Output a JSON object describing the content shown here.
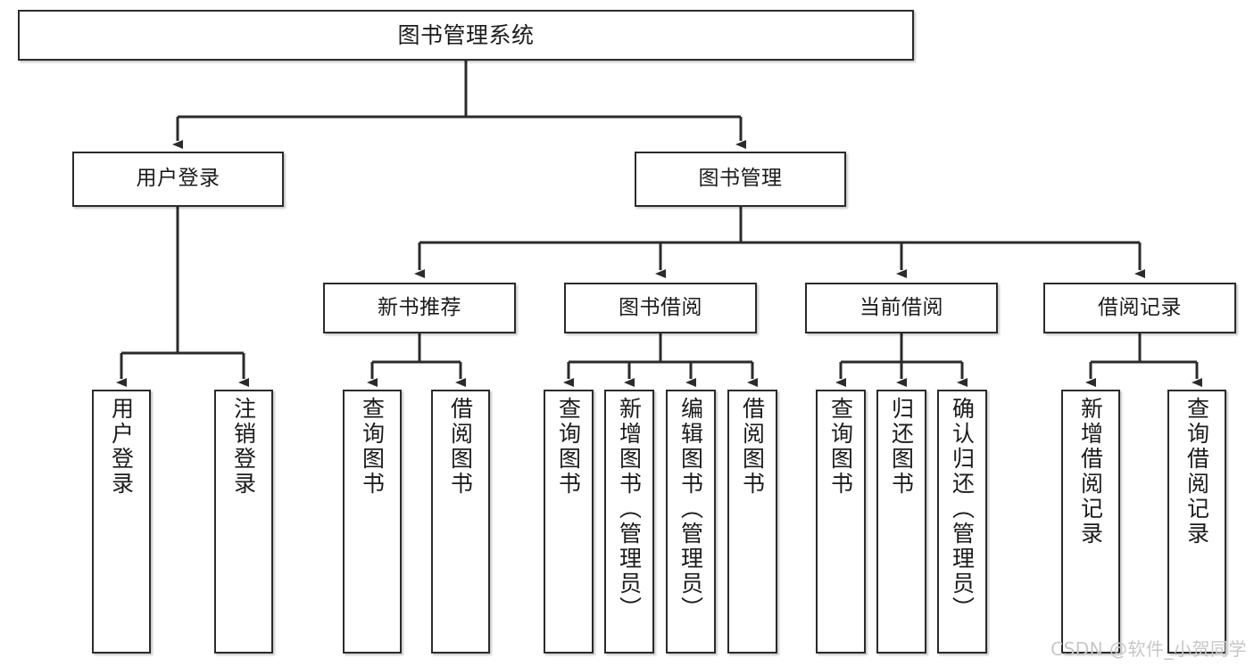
{
  "diagram": {
    "title": "图书管理系统",
    "type": "hierarchy-tree",
    "levels": 4,
    "root": {
      "id": "root",
      "label": "图书管理系统"
    },
    "level2": [
      {
        "id": "user-login",
        "label": "用户登录"
      },
      {
        "id": "book-manage",
        "label": "图书管理"
      }
    ],
    "level3": [
      {
        "id": "new-book-recommend",
        "label": "新书推荐",
        "parent": "book-manage"
      },
      {
        "id": "book-borrow",
        "label": "图书借阅",
        "parent": "book-manage"
      },
      {
        "id": "current-borrow",
        "label": "当前借阅",
        "parent": "book-manage"
      },
      {
        "id": "borrow-record",
        "label": "借阅记录",
        "parent": "book-manage"
      }
    ],
    "leaves": {
      "user-login": [
        {
          "id": "leaf-user-login",
          "label": "用户登录"
        },
        {
          "id": "leaf-logout",
          "label": "注销登录"
        }
      ],
      "new-book-recommend": [
        {
          "id": "leaf-query-book-1",
          "label": "查询图书"
        },
        {
          "id": "leaf-borrow-book-1",
          "label": "借阅图书"
        }
      ],
      "book-borrow": [
        {
          "id": "leaf-query-book-2",
          "label": "查询图书"
        },
        {
          "id": "leaf-add-book",
          "label": "新增图书（管理员）"
        },
        {
          "id": "leaf-edit-book",
          "label": "编辑图书（管理员）"
        },
        {
          "id": "leaf-borrow-book-2",
          "label": "借阅图书"
        }
      ],
      "current-borrow": [
        {
          "id": "leaf-query-book-3",
          "label": "查询图书"
        },
        {
          "id": "leaf-return-book",
          "label": "归还图书"
        },
        {
          "id": "leaf-confirm-return",
          "label": "确认归还（管理员）"
        }
      ],
      "borrow-record": [
        {
          "id": "leaf-add-record",
          "label": "新增借阅记录"
        },
        {
          "id": "leaf-query-record",
          "label": "查询借阅记录"
        }
      ]
    }
  },
  "watermark": {
    "text": "CSDN @软件_小贺同学"
  },
  "colors": {
    "box_border": "#2b2b2b",
    "box_fill": "#ffffff",
    "connector": "#2b2b2b",
    "text": "#1b1b1b",
    "watermark": "#c7c7c7",
    "page_background": "#ffffff"
  }
}
